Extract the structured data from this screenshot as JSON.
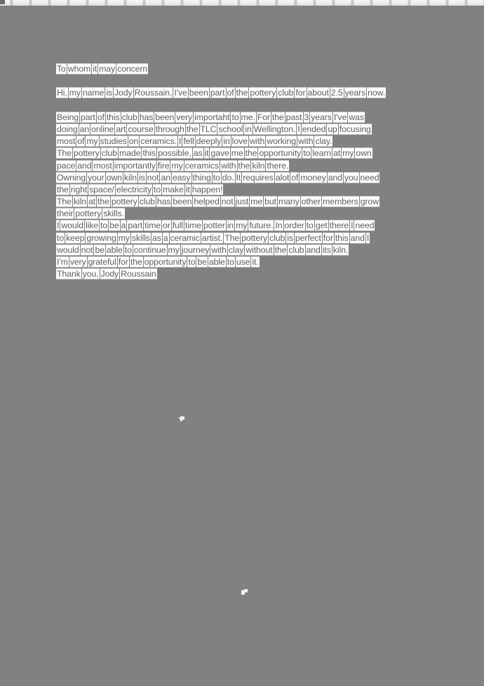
{
  "page": {
    "background_color": "#818181",
    "word_highlight_color": "#fdfdfd",
    "text_color": "#5e5e5e",
    "toolbar_mark_color": "#696969"
  },
  "document": {
    "lines": [
      "To whom it may concern",
      "",
      "Hi, my name is Jody Roussain. I've been part of the pottery club for about 2.5 years now.",
      "",
      "Being part of this club has been very importaht to me. For the past 3 years I've was",
      "doing an online art course through the TLC school in Wellington. I ended up focusing",
      "most of my studies on ceramics. I fell deeply in love with working with clay.",
      "The pottery club made this possible, as it gave me the opportunity to learn at my own",
      "pace and most importantly fire my ceramics with the kiln there.",
      "Owning your own kiln is not an easy thing to do. It requires alot of money and you need",
      "the right space/ electricity to make it happen!",
      "The kiln at the pottery club has been helped not just me but many other members grow",
      "their pottery skills.",
      "I would like to be a part time or full time potter in my future. In order to get there I need",
      "to keep growing my skills as a ceramic artist. The pottery club is perfect for this and I",
      "would not be able to continue my journey with clay without the club and its kiln.",
      "I'm very grateful for the opportunity to be able to use it.",
      "Thank you, Jody Roussain"
    ]
  }
}
